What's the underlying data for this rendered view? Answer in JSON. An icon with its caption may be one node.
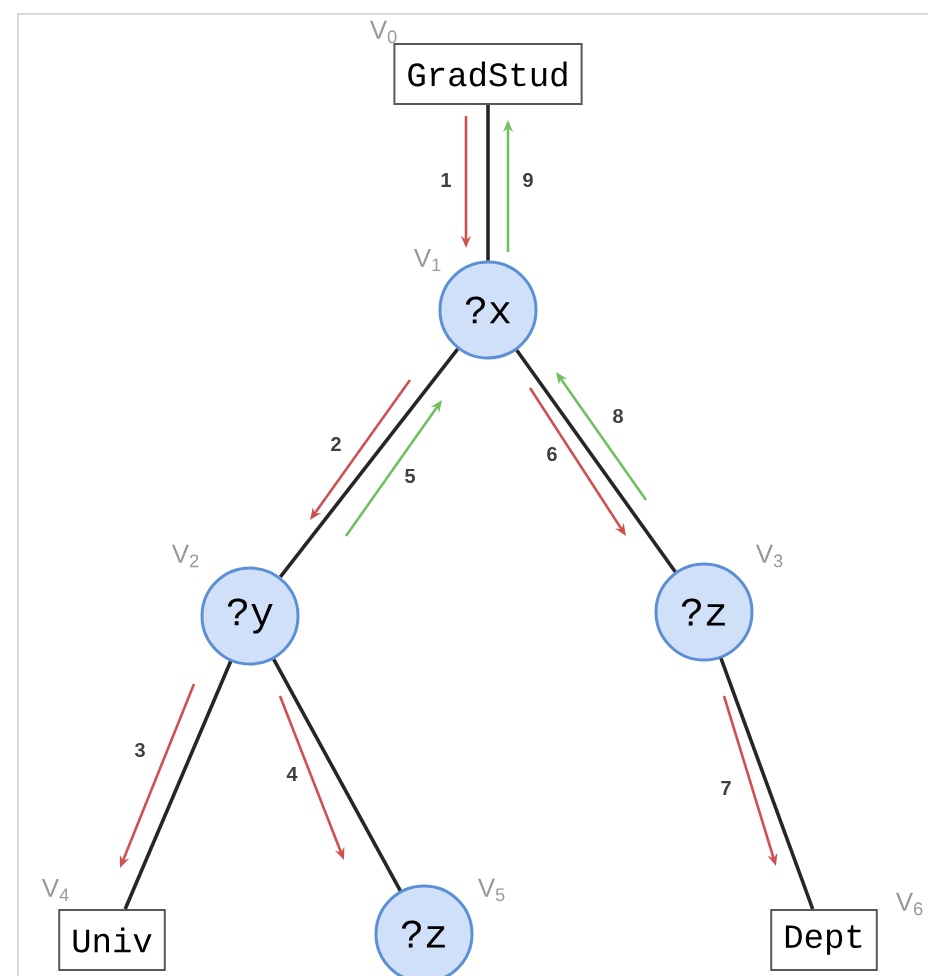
{
  "diagram": {
    "nodes": [
      {
        "text": [
          "GradStud"
        ],
        "beside": [
          "V$_{0}$"
        ]
      },
      {
        "text": [
          "?x"
        ],
        "beside": [
          "V$_{1}$"
        ]
      },
      {
        "text": [
          "?y"
        ],
        "beside": [
          "V$_{2}$"
        ]
      },
      {
        "text": [
          "?z"
        ],
        "beside": [
          "V$_{3}$"
        ]
      },
      {
        "text": [
          "Univ"
        ],
        "beside": [
          "V$_{4}$"
        ]
      },
      {
        "text": [
          "?z"
        ],
        "beside": [
          "V$_{5}$"
        ]
      },
      {
        "text": [
          "Dept"
        ],
        "beside": [
          "V$_{6}$"
        ]
      }
    ],
    "edges": [
      {
        "from": 0,
        "to": 1,
        "arrow": "none"
      },
      {
        "from": 1,
        "to": 2,
        "arrow": "none"
      },
      {
        "from": 1,
        "to": 3,
        "arrow": "none"
      },
      {
        "from": 2,
        "to": 4,
        "arrow": "none"
      },
      {
        "from": 2,
        "to": 5,
        "arrow": "none"
      },
      {
        "from": 3,
        "to": 6,
        "arrow": "none"
      }
    ],
    "labels": [
      "1",
      "2",
      "3",
      "4",
      "5",
      "6",
      "7",
      "8",
      "9"
    ]
  }
}
